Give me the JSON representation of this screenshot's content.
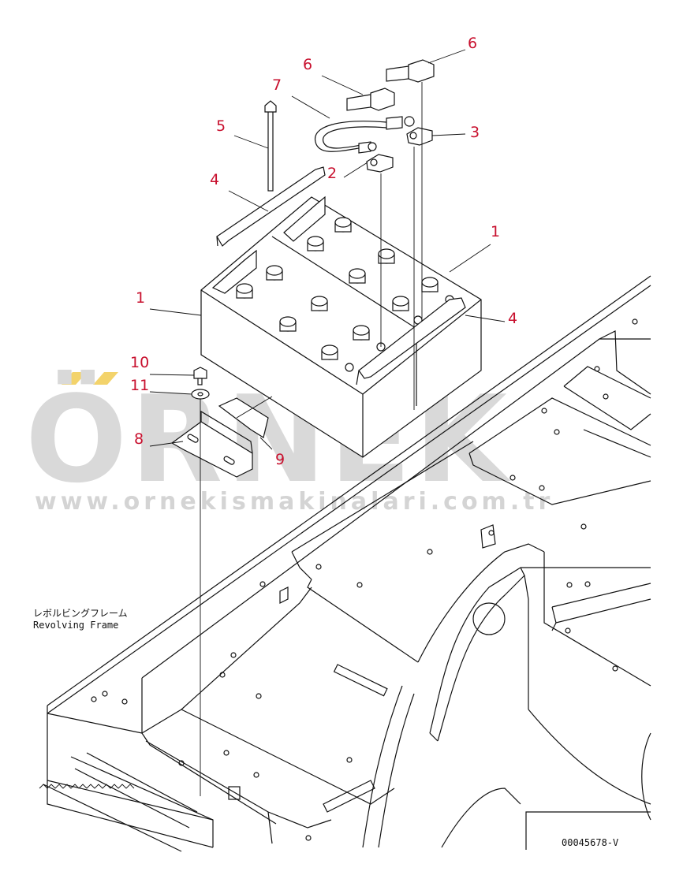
{
  "watermark": {
    "brand": "ÖRNEK",
    "url": "www.ornekismakinalari.com.tr",
    "accent_color": "#f3d36b"
  },
  "frame_note": {
    "line1": "レボルビングフレーム",
    "line2": "Revolving Frame"
  },
  "part_number": "00045678-V",
  "callouts": [
    {
      "id": "c1a",
      "label": "1"
    },
    {
      "id": "c1b",
      "label": "1"
    },
    {
      "id": "c2",
      "label": "2"
    },
    {
      "id": "c3",
      "label": "3"
    },
    {
      "id": "c4a",
      "label": "4"
    },
    {
      "id": "c4b",
      "label": "4"
    },
    {
      "id": "c5",
      "label": "5"
    },
    {
      "id": "c6a",
      "label": "6"
    },
    {
      "id": "c6b",
      "label": "6"
    },
    {
      "id": "c7",
      "label": "7"
    },
    {
      "id": "c8",
      "label": "8"
    },
    {
      "id": "c9",
      "label": "9"
    },
    {
      "id": "c10",
      "label": "10"
    },
    {
      "id": "c11",
      "label": "11"
    }
  ],
  "colors": {
    "callout": "#c8102e",
    "line": "#111111",
    "watermark": "#d9d9d9"
  }
}
